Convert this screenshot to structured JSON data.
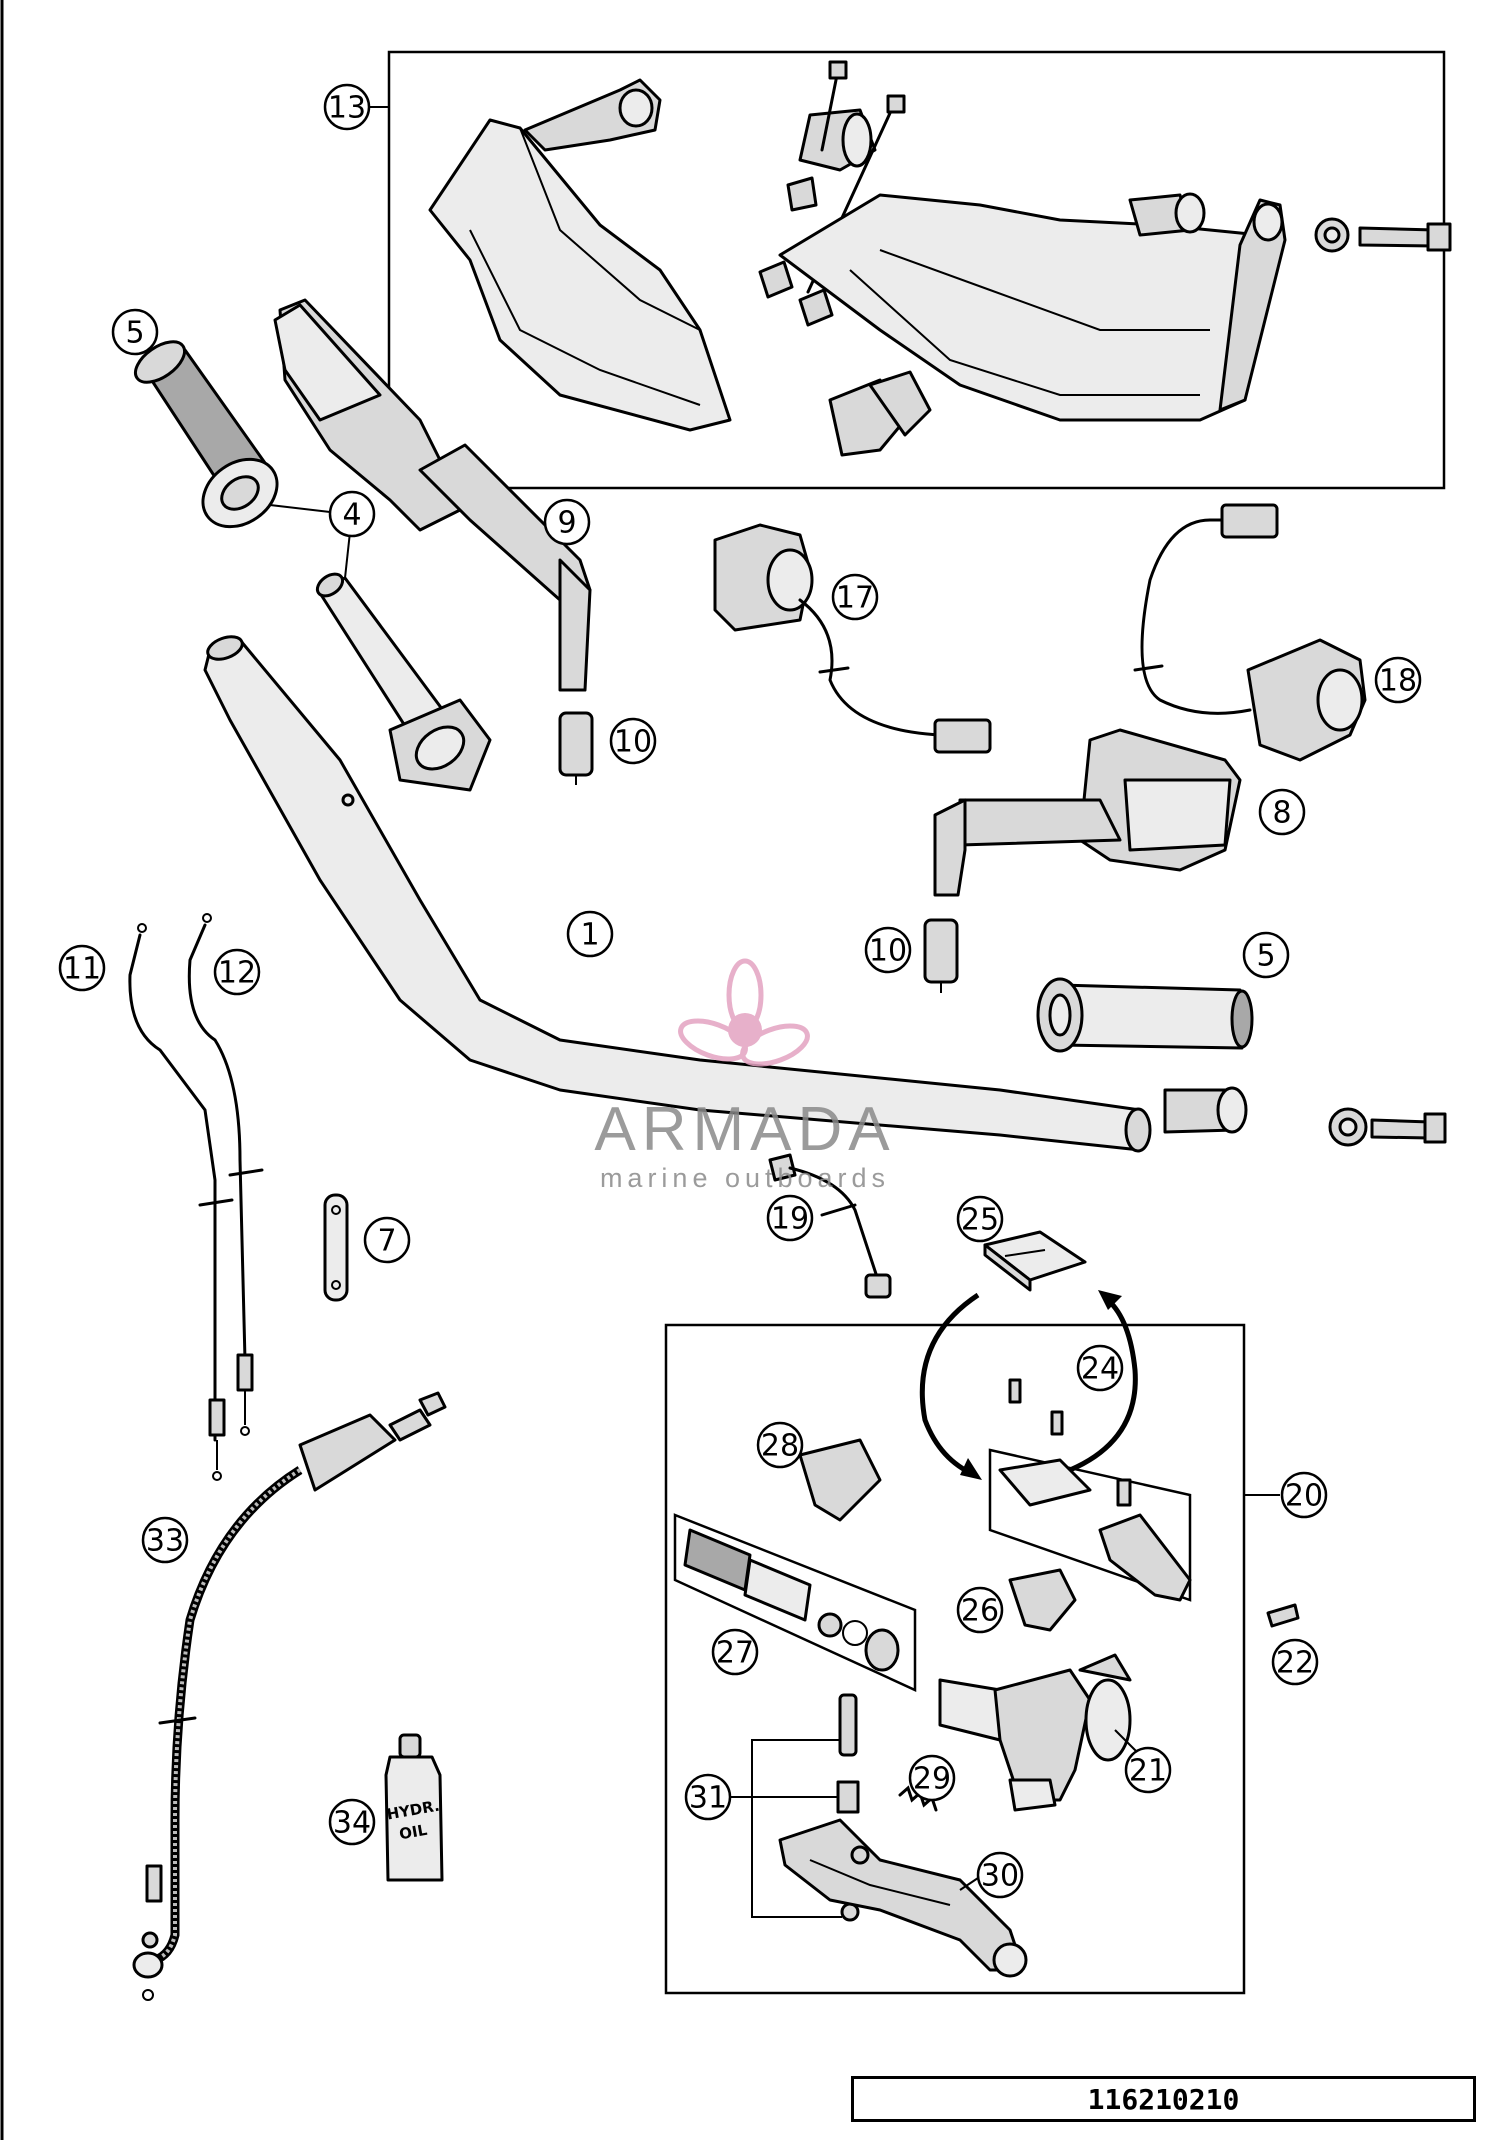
{
  "callouts": {
    "c1": "1",
    "c4": "4",
    "c5a": "5",
    "c5b": "5",
    "c7": "7",
    "c8": "8",
    "c9": "9",
    "c10a": "10",
    "c10b": "10",
    "c11": "11",
    "c12": "12",
    "c13": "13",
    "c17": "17",
    "c18": "18",
    "c19": "19",
    "c20": "20",
    "c21": "21",
    "c22": "22",
    "c24": "24",
    "c25": "25",
    "c26": "26",
    "c27": "27",
    "c28": "28",
    "c29": "29",
    "c30": "30",
    "c31": "31",
    "c33": "33",
    "c34": "34"
  },
  "oil_label": {
    "line1": "HYDR.",
    "line2": "OIL"
  },
  "watermark": {
    "word": "ARMADA",
    "subtitle": "marine outboards",
    "brand_color": "#e3a3c1"
  },
  "reference_number": "116210210"
}
